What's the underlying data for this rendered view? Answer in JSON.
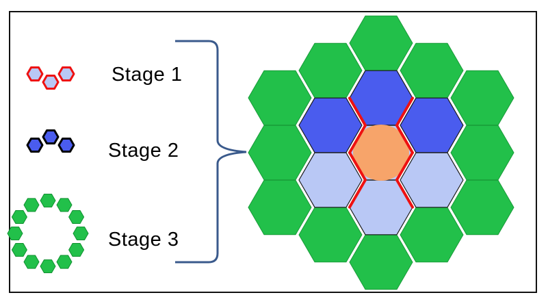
{
  "stages": [
    {
      "label": "Stage 1",
      "stroke": "#ee1111",
      "fill": "#b9c8f5"
    },
    {
      "label": "Stage 2",
      "stroke": "#000000",
      "fill": "#4a5cee"
    },
    {
      "label": "Stage 3",
      "stroke": "#109030",
      "fill": "#22c04a"
    }
  ],
  "colors": {
    "outer_ring": "#22c04a",
    "outer_ring_edge": "#189a38",
    "inner_dark": "#4a5cee",
    "inner_light": "#b9c8f5",
    "center_circle": "#f7a46a",
    "bracket": "#3a5a8c",
    "red_edge": "#ee1111"
  },
  "icons": [
    "stage1-hexagon-chain-icon",
    "stage2-hexagon-chain-icon",
    "stage3-hexagon-ring-icon",
    "bracket-icon"
  ]
}
